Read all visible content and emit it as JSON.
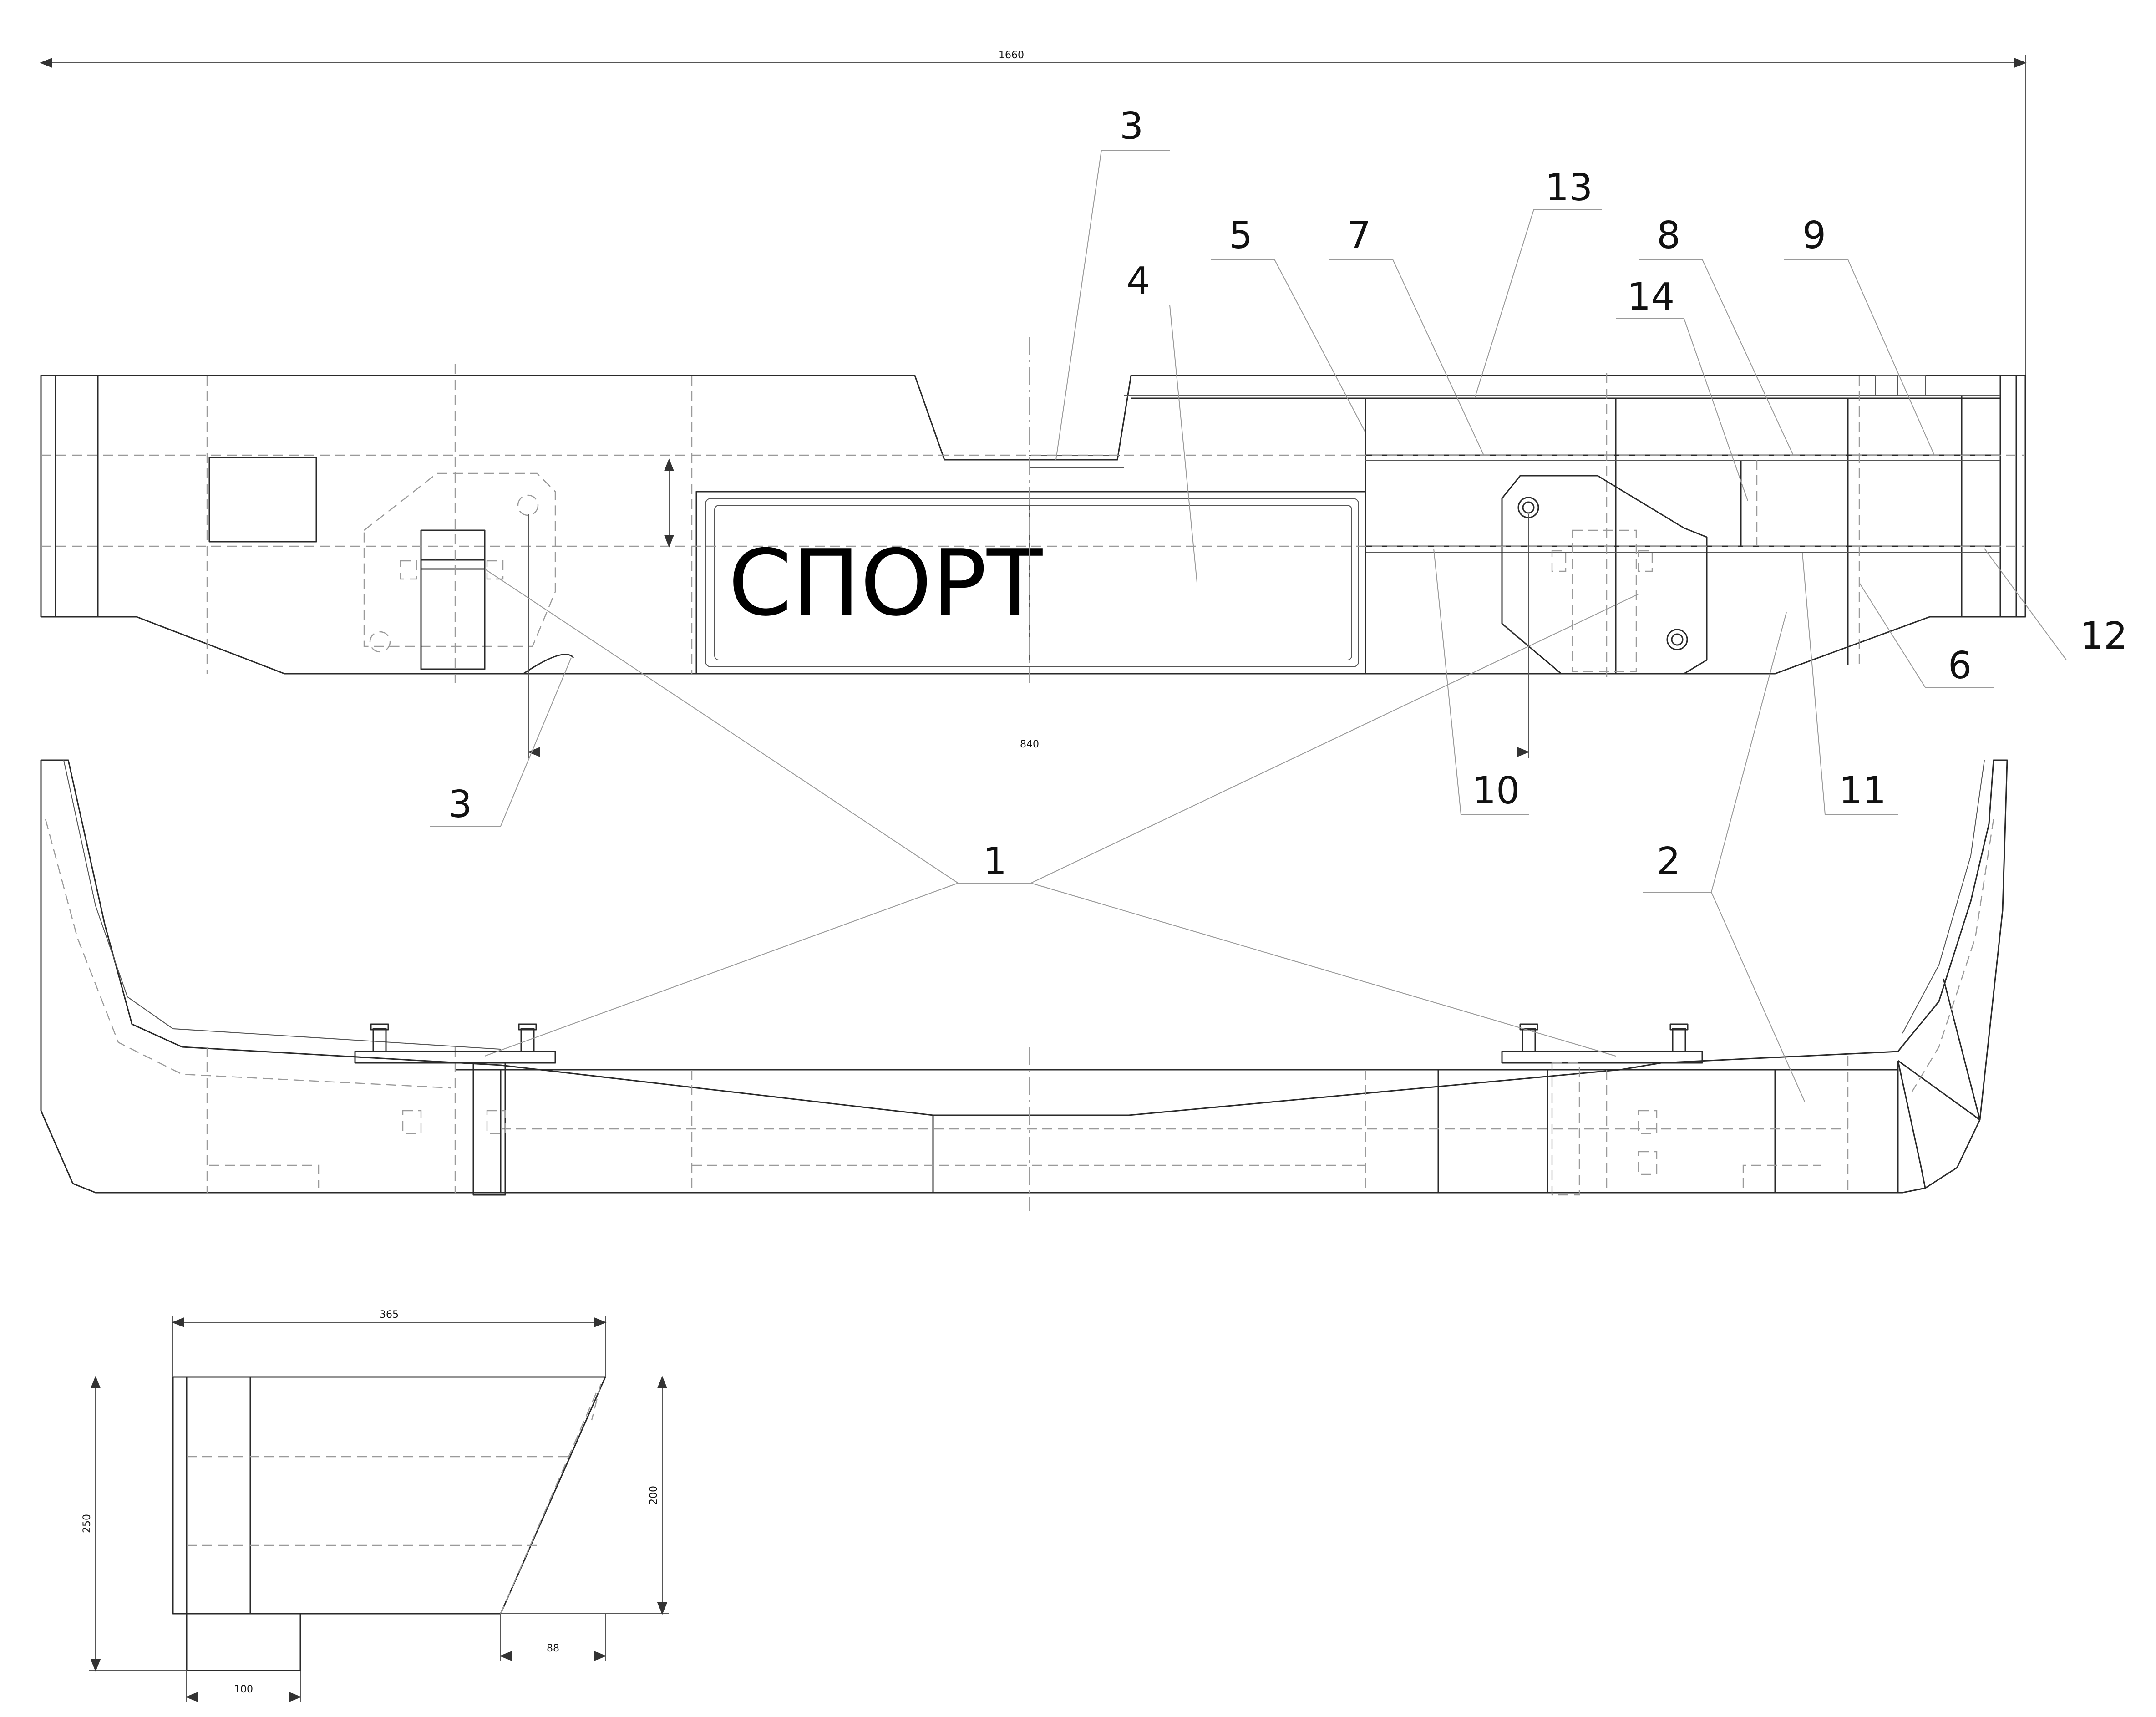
{
  "plate_text": "СПОРТ",
  "callouts": {
    "c1": "1",
    "c2": "2",
    "c3a": "3",
    "c3b": "3",
    "c4": "4",
    "c5": "5",
    "c6": "6",
    "c7": "7",
    "c8": "8",
    "c9": "9",
    "c10": "10",
    "c11": "11",
    "c12": "12",
    "c13": "13",
    "c14": "14"
  },
  "dimensions": {
    "overall_width": "1660",
    "mount_spacing": "840",
    "side_length": "365",
    "side_height": "250",
    "side_front_height": "200",
    "side_bottom_left": "100",
    "side_bottom_right": "88"
  }
}
